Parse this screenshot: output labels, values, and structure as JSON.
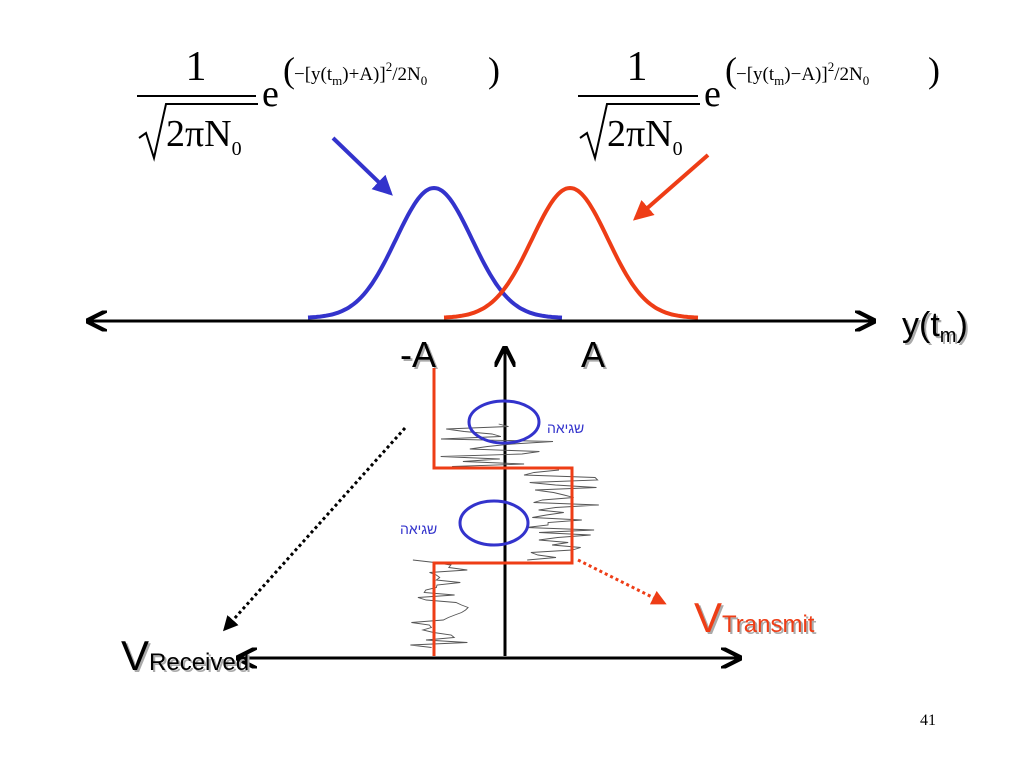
{
  "formula_left": {
    "numerator": "1",
    "sqrt_body": "2πN",
    "sqrt_sub": "0",
    "base": "e",
    "exp_pre": "−[y(t",
    "exp_sub_m": "m",
    "exp_op": ")+A)]",
    "exp_sup": "2",
    "exp_post": "/2N",
    "exp_sub_0": "0"
  },
  "formula_right": {
    "numerator": "1",
    "sqrt_body": "2πN",
    "sqrt_sub": "0",
    "base": "e",
    "exp_pre": "−[y(t",
    "exp_sub_m": "m",
    "exp_op": ")−A)]",
    "exp_sup": "2",
    "exp_post": "/2N",
    "exp_sub_0": "0"
  },
  "axis": {
    "label_main": "y(t",
    "label_sub": "m",
    "label_close": ")",
    "tick_minus": "-A",
    "tick_plus": "A"
  },
  "labels": {
    "error_top": "שגיאה",
    "error_bottom": "שגיאה",
    "v_received_main": "V",
    "v_received_sub": "Received",
    "v_transmit_main": "V",
    "v_transmit_sub": "Transmit"
  },
  "page_number": "41",
  "colors": {
    "blue": "#3333cc",
    "red": "#ee3d16",
    "axis": "#000000"
  }
}
